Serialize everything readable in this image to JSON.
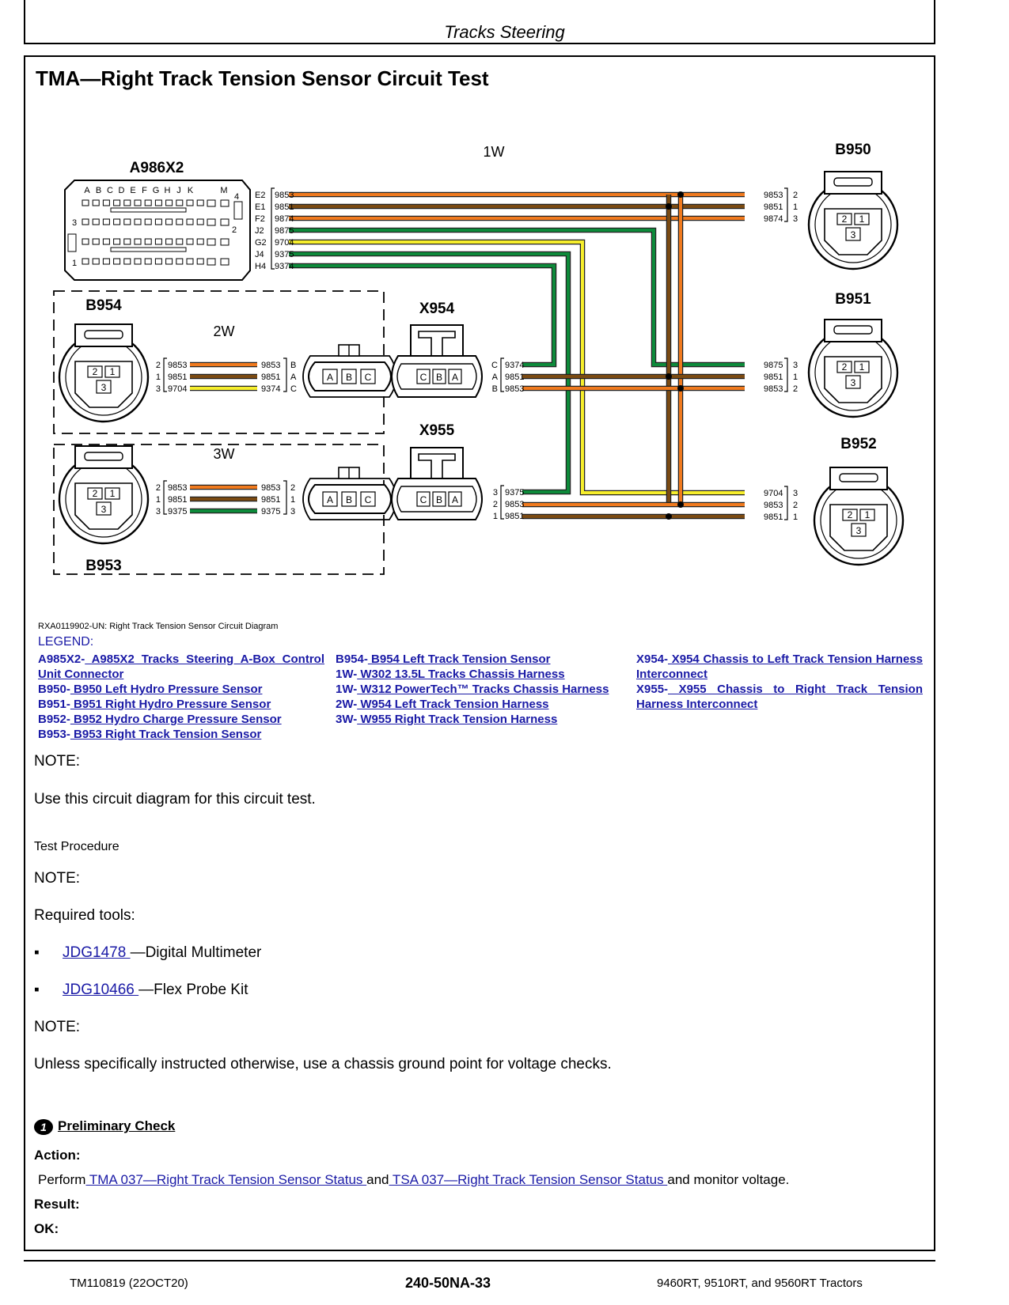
{
  "header": {
    "section_title": "Tracks Steering"
  },
  "page_title": "TMA—Right Track Tension Sensor Circuit Test",
  "diagram": {
    "caption": "RXA0119902-UN: Right Track Tension Sensor Circuit Diagram",
    "harness_1w": "1W",
    "harness_2w": "2W",
    "harness_3w": "3W",
    "a986": {
      "name": "A986X2",
      "cols": [
        "A",
        "B",
        "C",
        "D",
        "E",
        "F",
        "G",
        "H",
        "J",
        "K",
        "M"
      ],
      "rows": [
        "4",
        "3",
        "2",
        "1"
      ],
      "pins": [
        {
          "pin": "E2",
          "wire": "9853"
        },
        {
          "pin": "E1",
          "wire": "9851"
        },
        {
          "pin": "F2",
          "wire": "9874"
        },
        {
          "pin": "J2",
          "wire": "9875"
        },
        {
          "pin": "G2",
          "wire": "9704"
        },
        {
          "pin": "J4",
          "wire": "9375"
        },
        {
          "pin": "H4",
          "wire": "9374"
        }
      ]
    },
    "b950": {
      "name": "B950",
      "pins": [
        {
          "wire": "9853",
          "pin": "2"
        },
        {
          "wire": "9851",
          "pin": "1"
        },
        {
          "wire": "9874",
          "pin": "3"
        }
      ]
    },
    "b951": {
      "name": "B951",
      "pins": [
        {
          "wire": "9875",
          "pin": "3"
        },
        {
          "wire": "9851",
          "pin": "1"
        },
        {
          "wire": "9853",
          "pin": "2"
        }
      ]
    },
    "b952": {
      "name": "B952",
      "pins": [
        {
          "wire": "9704",
          "pin": "3"
        },
        {
          "wire": "9853",
          "pin": "2"
        },
        {
          "wire": "9851",
          "pin": "1"
        }
      ]
    },
    "b954": {
      "name": "B954",
      "pins": [
        {
          "pin": "2",
          "wire": "9853"
        },
        {
          "pin": "1",
          "wire": "9851"
        },
        {
          "pin": "3",
          "wire": "9704"
        }
      ]
    },
    "b953": {
      "name": "B953",
      "pins": [
        {
          "pin": "2",
          "wire": "9853"
        },
        {
          "pin": "1",
          "wire": "9851"
        },
        {
          "pin": "3",
          "wire": "9375"
        }
      ]
    },
    "w2_right": [
      {
        "wire": "9853",
        "pin": "B"
      },
      {
        "wire": "9851",
        "pin": "A"
      },
      {
        "wire": "9374",
        "pin": "C"
      }
    ],
    "w3_right": [
      {
        "wire": "9853",
        "pin": "2"
      },
      {
        "wire": "9851",
        "pin": "1"
      },
      {
        "wire": "9375",
        "pin": "3"
      }
    ],
    "x954": {
      "name": "X954",
      "pins": [
        {
          "pin": "C",
          "wire": "9374"
        },
        {
          "pin": "A",
          "wire": "9851"
        },
        {
          "pin": "B",
          "wire": "9853"
        }
      ]
    },
    "x955": {
      "name": "X955",
      "pins": [
        {
          "pin": "3",
          "wire": "9375"
        },
        {
          "pin": "2",
          "wire": "9853"
        },
        {
          "pin": "1",
          "wire": "9851"
        }
      ]
    },
    "sensor_pins": [
      "2",
      "1",
      "3"
    ],
    "plug_pins": [
      "A",
      "B",
      "C"
    ],
    "x_plug_pins": [
      "C",
      "B",
      "A"
    ]
  },
  "legend": {
    "heading": "LEGEND:",
    "col1": [
      {
        "id": "A985X2-",
        "text": " A985X2 Tracks Steering A-Box Control Unit Connector"
      },
      {
        "id": "B950-",
        "text": " B950 Left Hydro Pressure Sensor"
      },
      {
        "id": "B951-",
        "text": " B951 Right Hydro Pressure Sensor"
      },
      {
        "id": "B952-",
        "text": " B952 Hydro Charge Pressure Sensor"
      },
      {
        "id": "B953-",
        "text": " B953 Right Track Tension Sensor"
      }
    ],
    "col2": [
      {
        "id": "B954-",
        "text": " B954 Left Track Tension Sensor"
      },
      {
        "id": "1W-",
        "text": " W302 13.5L Tracks Chassis Harness"
      },
      {
        "id": "1W-",
        "text": " W312 PowerTech™ Tracks Chassis Harness"
      },
      {
        "id": "2W-",
        "text": " W954 Left Track Tension Harness"
      },
      {
        "id": "3W-",
        "text": " W955 Right Track Tension Harness"
      }
    ],
    "col3": [
      {
        "id": "X954-",
        "text": " X954 Chassis to Left Track Tension Harness Interconnect"
      },
      {
        "id": "X955-",
        "text": " X955 Chassis to Right Track Tension Harness Interconnect"
      }
    ]
  },
  "body": {
    "note1": "NOTE:",
    "use_diagram": "Use this circuit diagram for this circuit test.",
    "test_procedure": "Test Procedure",
    "note2": "NOTE:",
    "required_tools": "Required tools:",
    "tool1_link": "JDG1478 ",
    "tool1_desc": "—Digital Multimeter",
    "tool2_link": "JDG10466 ",
    "tool2_desc": "—Flex Probe Kit",
    "bullet": "▪",
    "note3": "NOTE:",
    "unless": "Unless specifically instructed otherwise, use a chassis ground point for voltage checks.",
    "check_number": "1",
    "check_title": "Preliminary Check",
    "action_label": "Action:",
    "perform": "Perform",
    "link_tma": " TMA 037—Right Track Tension Sensor Status ",
    "and": "and",
    "link_tsa": " TSA 037—Right Track Tension Sensor Status ",
    "monitor": "and monitor voltage.",
    "result_label": "Result:",
    "ok_label": "OK:"
  },
  "footer": {
    "left": "TM110819 (22OCT20)",
    "center": "240-50NA-33",
    "right": "9460RT, 9510RT, and 9560RT Tractors"
  },
  "colors": {
    "orange": "#f07a1e",
    "brown": "#7a4a12",
    "yellow": "#f6ee2c",
    "green": "#0d8a3a",
    "link": "#1a1aa6"
  }
}
